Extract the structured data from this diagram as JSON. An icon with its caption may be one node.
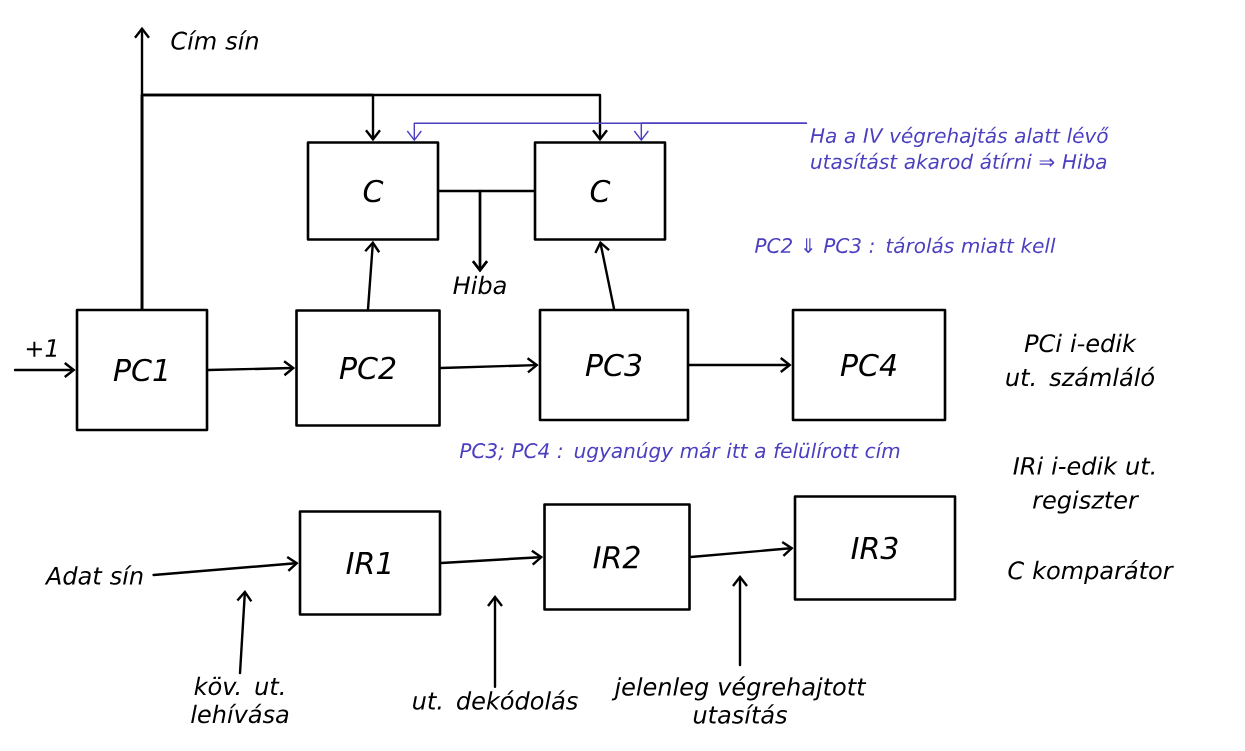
{
  "diagram": {
    "nodes": [
      {
        "text": [
          "C"
        ]
      },
      {
        "text": [
          "C"
        ]
      },
      {
        "text": [
          "PC1"
        ]
      },
      {
        "text": [
          "PC2"
        ]
      },
      {
        "text": [
          "PC3"
        ]
      },
      {
        "text": [
          "PC4"
        ]
      },
      {
        "text": [
          "IR1"
        ]
      },
      {
        "text": [
          "IR2"
        ]
      },
      {
        "text": [
          "IR3"
        ]
      },
      {
        "text": [
          "Cím sín"
        ]
      },
      {
        "text": [
          "Hiba"
        ]
      },
      {
        "text": [
          "Adat sín"
        ]
      },
      {
        "text": [
          "köv. ut. lehívása"
        ]
      },
      {
        "text": [
          "ut. dekódolás"
        ]
      },
      {
        "text": [
          "jelenleg végrehajtott utasítás"
        ]
      },
      {
        "text": [
          "Ha a IV végrehajtás alatt lévő utasítást akarod átírni ⇒ Hiba"
        ]
      }
    ],
    "edges": [
      {
        "from": 2,
        "to": 9,
        "arrow": "to"
      },
      {
        "from": 2,
        "to": 0,
        "arrow": "to"
      },
      {
        "from": 2,
        "to": 1,
        "arrow": "to"
      },
      {
        "from": 3,
        "to": 0,
        "arrow": "to"
      },
      {
        "from": 4,
        "to": 1,
        "arrow": "to"
      },
      {
        "from": 0,
        "to": 10,
        "arrow": "to"
      },
      {
        "from": 1,
        "to": 10,
        "arrow": "to"
      },
      {
        "from": null,
        "to": 2,
        "arrow": "to",
        "label": "+1"
      },
      {
        "from": 2,
        "to": 3,
        "arrow": "to"
      },
      {
        "from": 3,
        "to": 4,
        "arrow": "to"
      },
      {
        "from": 4,
        "to": 5,
        "arrow": "to"
      },
      {
        "from": 11,
        "to": 6,
        "arrow": "to"
      },
      {
        "from": 6,
        "to": 7,
        "arrow": "to"
      },
      {
        "from": 7,
        "to": 8,
        "arrow": "to"
      },
      {
        "from": 15,
        "to": 0,
        "arrow": "to",
        "color": "#4b3fc0"
      },
      {
        "from": 15,
        "to": 1,
        "arrow": "to",
        "color": "#4b3fc0"
      },
      {
        "from": 12,
        "to": null,
        "arrow": "to"
      },
      {
        "from": 13,
        "to": null,
        "arrow": "to"
      },
      {
        "from": 14,
        "to": null,
        "arrow": "to"
      }
    ],
    "labels": [
      "PC2 ⇓ PC3 : tárolás miatt kell",
      "PC3; PC4 : ugyanúgy már itt a felülírott cím",
      "PCi i-edik ut. számláló",
      "IRi i-edik ut. regiszter",
      "C komparátor"
    ]
  }
}
